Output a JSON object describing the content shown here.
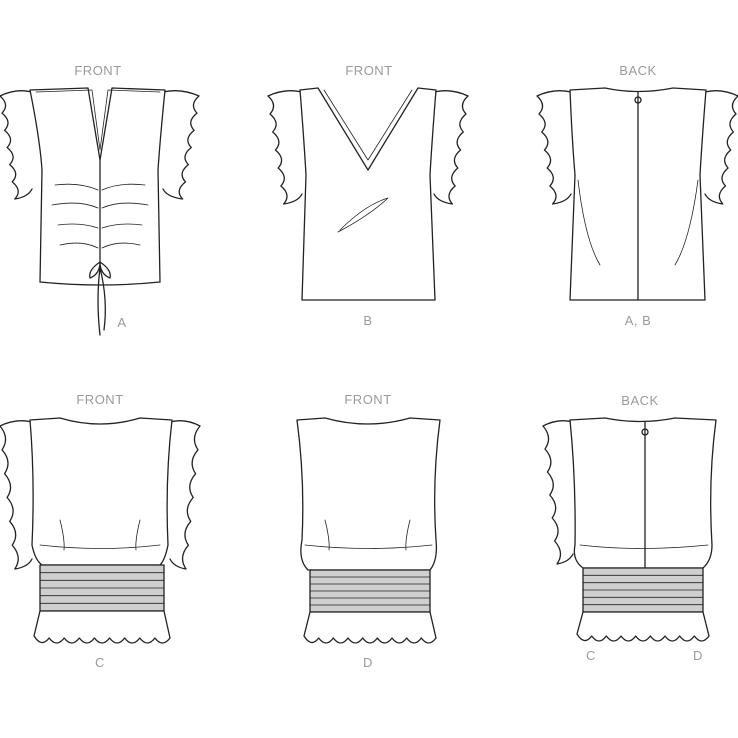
{
  "views": [
    {
      "heading": "FRONT",
      "variant": "A"
    },
    {
      "heading": "FRONT",
      "variant": "B"
    },
    {
      "heading": "BACK",
      "variant": "A, B"
    },
    {
      "heading": "FRONT",
      "variant": "C"
    },
    {
      "heading": "FRONT",
      "variant": "D"
    },
    {
      "heading": "BACK",
      "variant_left": "C",
      "variant_right": "D"
    }
  ]
}
